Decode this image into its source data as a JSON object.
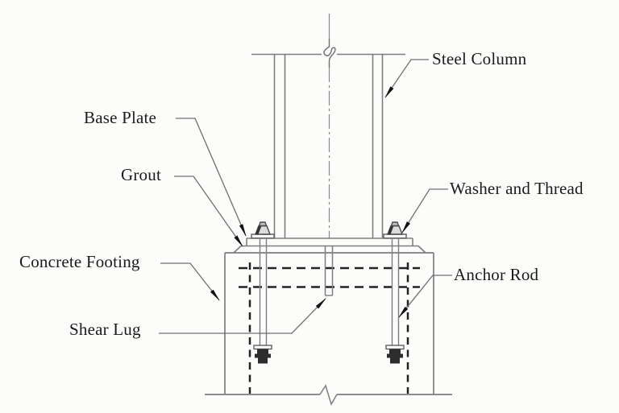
{
  "diagram": {
    "labels": {
      "steel_column": "Steel Column",
      "base_plate": "Base Plate",
      "grout": "Grout",
      "washer_and_thread": "Washer and Thread",
      "concrete_footing": "Concrete Footing",
      "anchor_rod": "Anchor Rod",
      "shear_lug": "Shear Lug"
    },
    "colors": {
      "background": "#fcfcfb",
      "drawing_line": "#7e7e7e",
      "hidden_line": "#222222",
      "text": "#1b1b1b",
      "arrow": "#111111"
    }
  }
}
